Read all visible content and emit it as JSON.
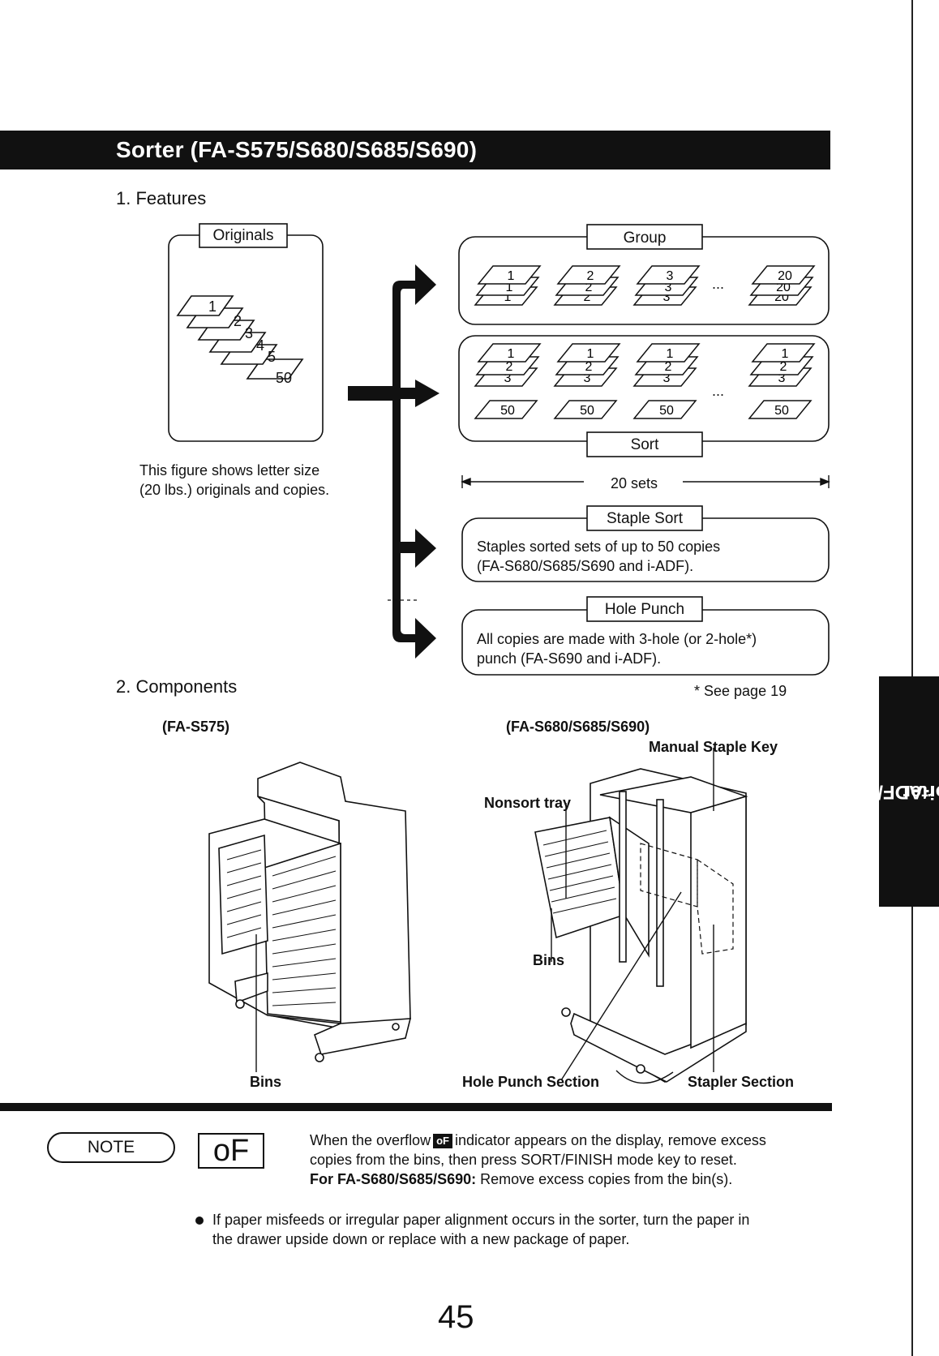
{
  "header": {
    "title": "Sorter (FA-S575/S680/S685/S690)"
  },
  "side_tab": {
    "line1": "i-ADF/ADF",
    "line2": "Sorter"
  },
  "features": {
    "heading": "1. Features",
    "originals_label": "Originals",
    "originals_numbers": [
      "1",
      "2",
      "3",
      "4",
      "5",
      "50"
    ],
    "caption_line1": "This figure shows letter size",
    "caption_line2": "(20 lbs.) originals and copies.",
    "group_label": "Group",
    "group_sets": [
      {
        "n": "1"
      },
      {
        "n": "2"
      },
      {
        "n": "3"
      },
      {
        "n": "20"
      }
    ],
    "sort_label": "Sort",
    "sort_sets": [
      {
        "n": [
          "1",
          "2",
          "3",
          "50"
        ]
      },
      {
        "n": [
          "1",
          "2",
          "3",
          "50"
        ]
      },
      {
        "n": [
          "1",
          "2",
          "3",
          "50"
        ]
      },
      {
        "n": [
          "1",
          "2",
          "3",
          "50"
        ]
      }
    ],
    "ellipsis": "...",
    "sets_label": "20 sets",
    "staple_sort_label": "Staple Sort",
    "staple_sort_line1": "Staples sorted sets of up to 50 copies",
    "staple_sort_line2": "(FA-S680/S685/S690 and i-ADF).",
    "hole_punch_label": "Hole Punch",
    "hole_punch_line1": "All copies are made with 3-hole (or 2-hole*)",
    "hole_punch_line2": "punch (FA-S690 and i-ADF).",
    "footnote": "* See page 19"
  },
  "components": {
    "heading": "2. Components",
    "model_left": "(FA-S575)",
    "model_right": "(FA-S680/S685/S690)",
    "labels": {
      "manual_staple_key": "Manual Staple Key",
      "nonsort_tray": "Nonsort tray",
      "bins_right": "Bins",
      "bins_left": "Bins",
      "hole_punch_section": "Hole Punch Section",
      "stapler_section": "Stapler Section"
    }
  },
  "note": {
    "badge": "NOTE",
    "display_code": "oF",
    "inline_code": "oF",
    "line1_a": "When the overflow",
    "line1_b": "indicator appears on the display, remove excess",
    "line2": "copies from the bins, then press SORT/FINISH mode key to reset.",
    "line3_bold": "For FA-S680/S685/S690:",
    "line3_rest": " Remove excess copies from the bin(s).",
    "bullet_line1": "If paper misfeeds or irregular paper alignment occurs in the sorter, turn the paper in",
    "bullet_line2": "the drawer upside down or replace with a new package of paper."
  },
  "page_number": "45"
}
